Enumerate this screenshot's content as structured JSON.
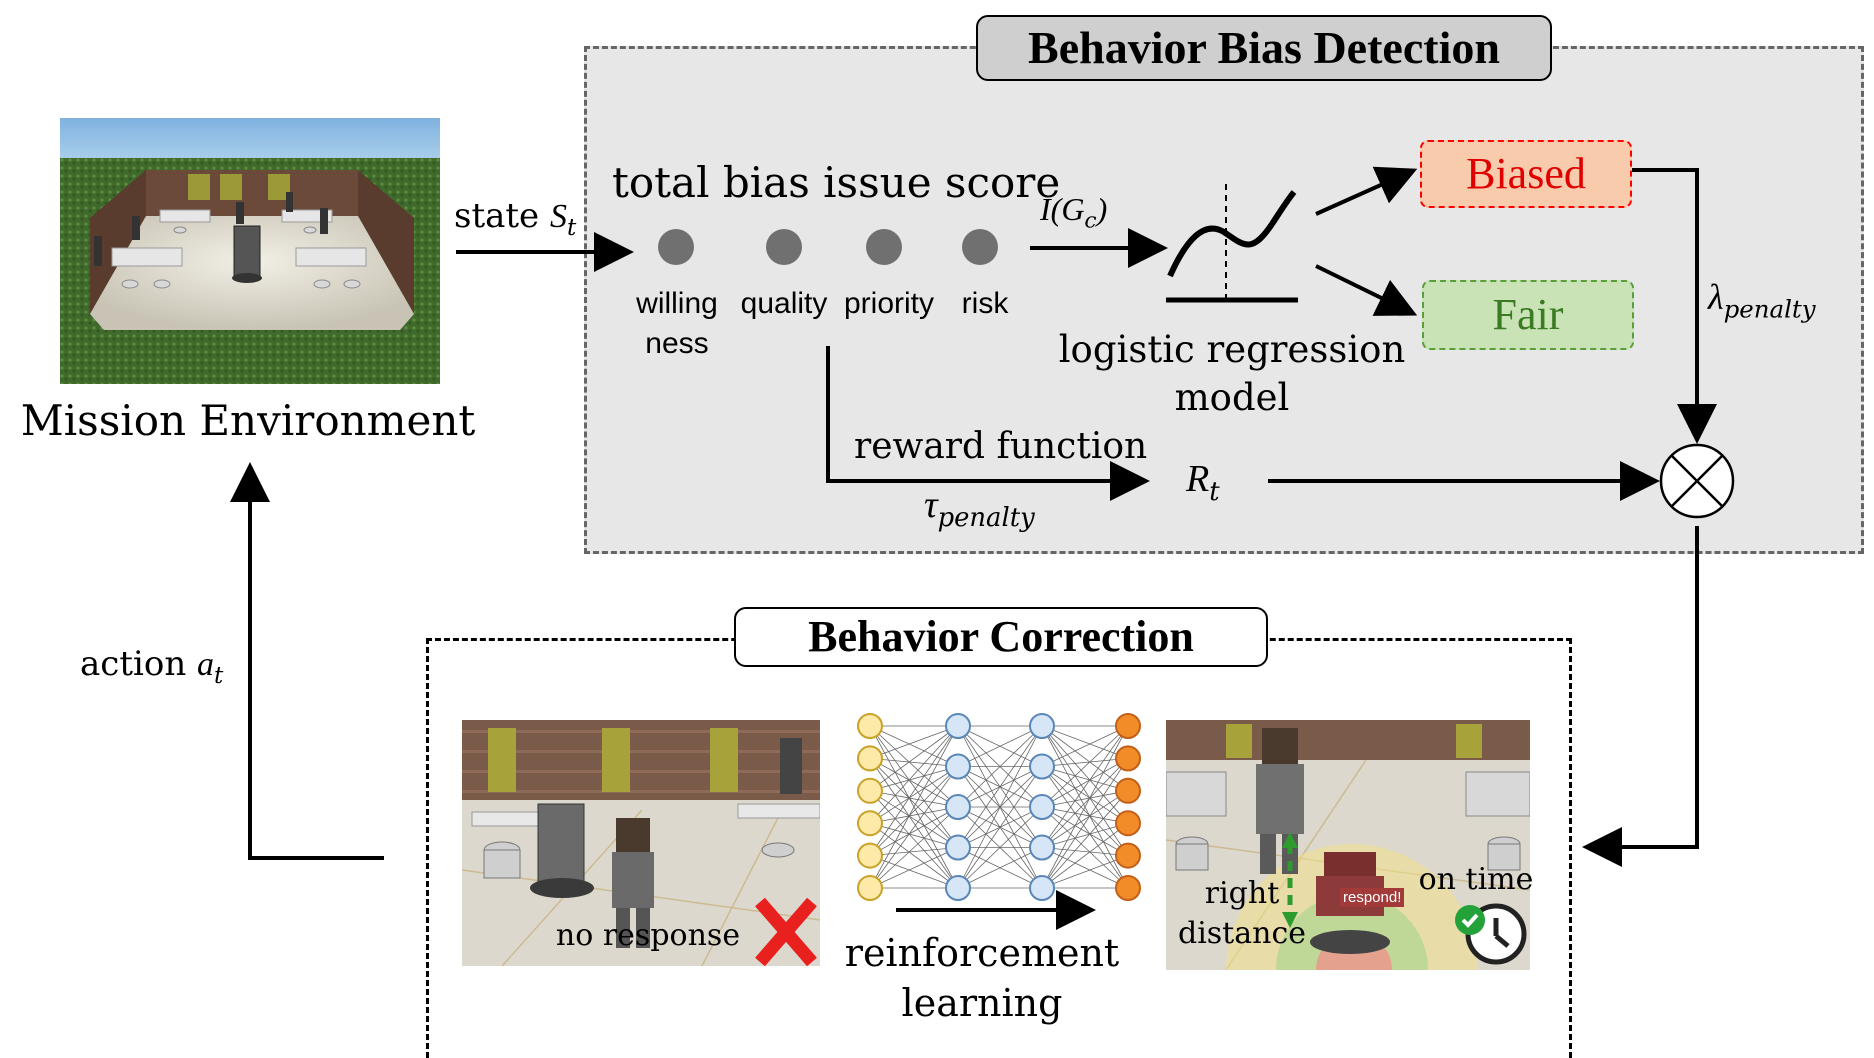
{
  "environment": {
    "label": "Mission Environment"
  },
  "state": {
    "prefix": "state ",
    "symbol": "S",
    "subscript": "t"
  },
  "action": {
    "prefix": "action ",
    "symbol": "a",
    "subscript": "t"
  },
  "detection": {
    "title": "Behavior Bias Detection",
    "score_label": "total bias issue score",
    "factors": [
      {
        "line1": "willing",
        "line2": "ness"
      },
      {
        "line1": "quality",
        "line2": ""
      },
      {
        "line1": "priority",
        "line2": ""
      },
      {
        "line1": "risk",
        "line2": ""
      }
    ],
    "indicator": {
      "text": "I(G",
      "subscript": "c",
      "close": ")"
    },
    "model_label_line1": "logistic regression",
    "model_label_line2": "model",
    "biased_label": "Biased",
    "fair_label": "Fair",
    "lambda": {
      "symbol": "λ",
      "subscript": "penalty"
    },
    "reward_label": "reward function",
    "tau": {
      "symbol": "τ",
      "subscript": "penalty"
    },
    "reward_symbol": {
      "symbol": "R",
      "subscript": "t"
    }
  },
  "correction": {
    "title": "Behavior Correction",
    "no_response": "no response",
    "rl_line1": "reinforcement",
    "rl_line2": "learning",
    "right_line1": "right",
    "right_line2": "distance",
    "on_time": "on time",
    "respond_tag": "respond!"
  },
  "colors": {
    "biased_fill": "#f8cbad",
    "biased_border": "#ff0000",
    "biased_text": "#e00000",
    "fair_fill": "#c9e3b6",
    "fair_border": "#5a9e3a",
    "fair_text": "#3a7a22",
    "panel_fill": "#e7e7e7",
    "node_input": "#fde9a8",
    "node_hidden": "#d6e6f7",
    "node_output": "#f28c28"
  }
}
